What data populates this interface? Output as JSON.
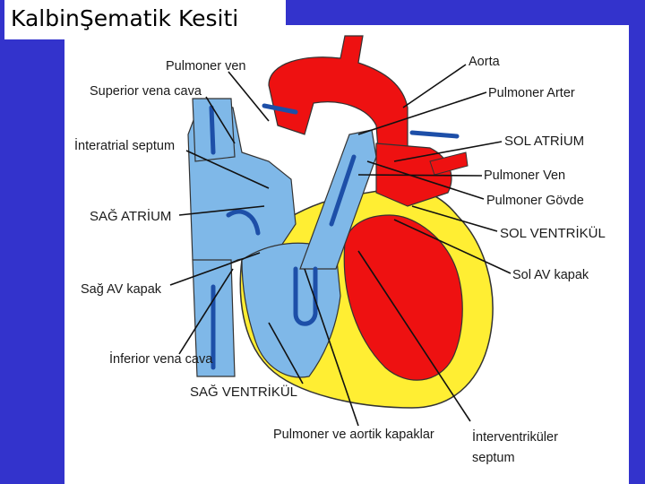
{
  "slide": {
    "title": "KalbinŞematik Kesiti"
  },
  "labels": {
    "pulmoner_ven_top": "Pulmoner ven",
    "superior_vena_cava": "Superior vena cava",
    "interatrial_septum": "İnteratrial septum",
    "sag_atrium": "SAĞ ATRİUM",
    "sag_av_kapak": "Sağ AV kapak",
    "inferior_vena_cava": "İnferior vena cava",
    "sag_ventrikul": "SAĞ VENTRİKÜL",
    "pulmoner_aortik_kapaklar": "Pulmoner ve aortik kapaklar",
    "interventrikuler": "İnterventriküler",
    "septum": "septum",
    "aorta": "Aorta",
    "pulmoner_arter": "Pulmoner Arter",
    "sol_atrium": "SOL ATRİUM",
    "pulmoner_ven": "Pulmoner Ven",
    "pulmoner_govde": "Pulmoner Gövde",
    "sol_ventrikul": "SOL VENTRİKÜL",
    "sol_av_kapak": "Sol AV kapak"
  },
  "colors": {
    "background": "#3333cc",
    "oxygenated": "#ee1111",
    "deoxygenated": "#7fb8e8",
    "myocardium": "#ffee33",
    "arrow": "#1d4fa8"
  }
}
